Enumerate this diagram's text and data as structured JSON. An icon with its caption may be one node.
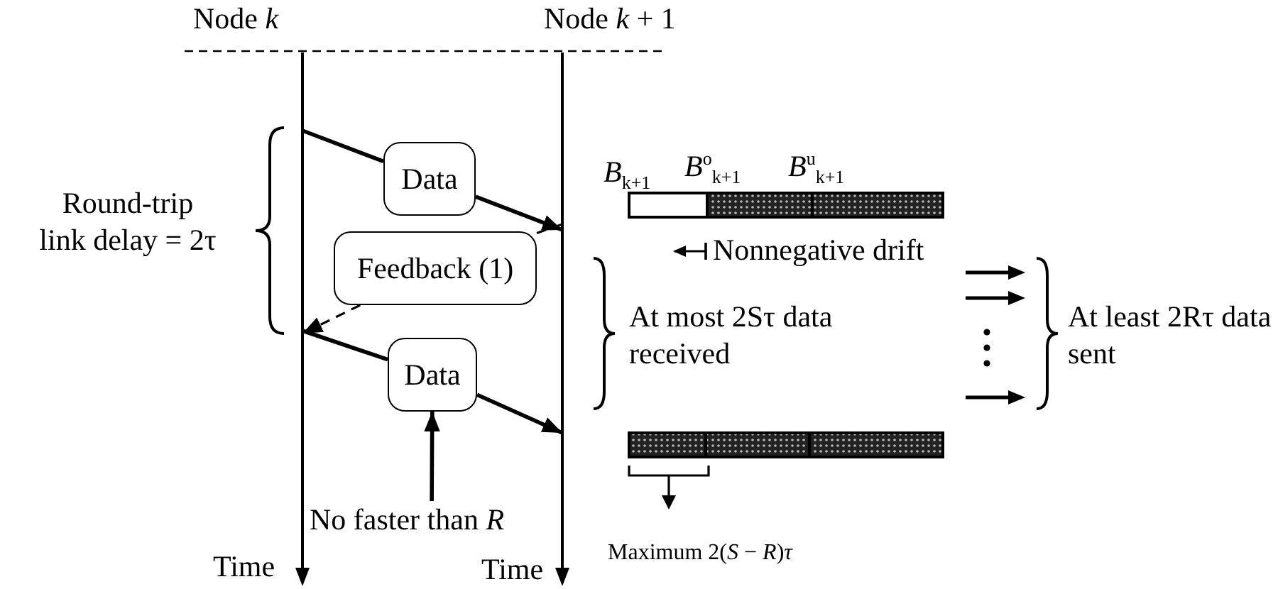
{
  "diagram": {
    "nodes": [
      {
        "text": [
          "Node *k*"
        ],
        "beside": [
          "Time"
        ]
      },
      {
        "text": [
          "Node *k* + 1"
        ],
        "beside": [
          "Time"
        ]
      },
      {
        "text": [
          "Data"
        ]
      },
      {
        "text": [
          "Feedback (1)"
        ]
      },
      {
        "text": [
          "Data"
        ]
      },
      {
        "text": [
          "No faster than *R*"
        ]
      }
    ],
    "edges": [
      {
        "from": 0,
        "to": 2,
        "arrow": "none"
      },
      {
        "from": 2,
        "to": 1,
        "arrow": "to"
      },
      {
        "from": 1,
        "to": 3,
        "arrow": "none",
        "style": "dashed"
      },
      {
        "from": 3,
        "to": 0,
        "arrow": "to",
        "style": "dashed"
      },
      {
        "from": 0,
        "to": 4,
        "arrow": "none"
      },
      {
        "from": 4,
        "to": 1,
        "arrow": "to"
      },
      {
        "from": 5,
        "to": 4,
        "arrow": "to"
      }
    ],
    "labels": [
      "Round-trip link delay = 2τ",
      "*B*$_{k+1}$",
      "*B*$^{o}$$_{k+1}$",
      "*B*$^{u}$$_{k+1}$",
      "Nonnegative drift",
      "At most 2Sτ data received",
      "At least 2Rτ data sent",
      "Maximum 2(*S* − *R*)*τ*"
    ]
  }
}
